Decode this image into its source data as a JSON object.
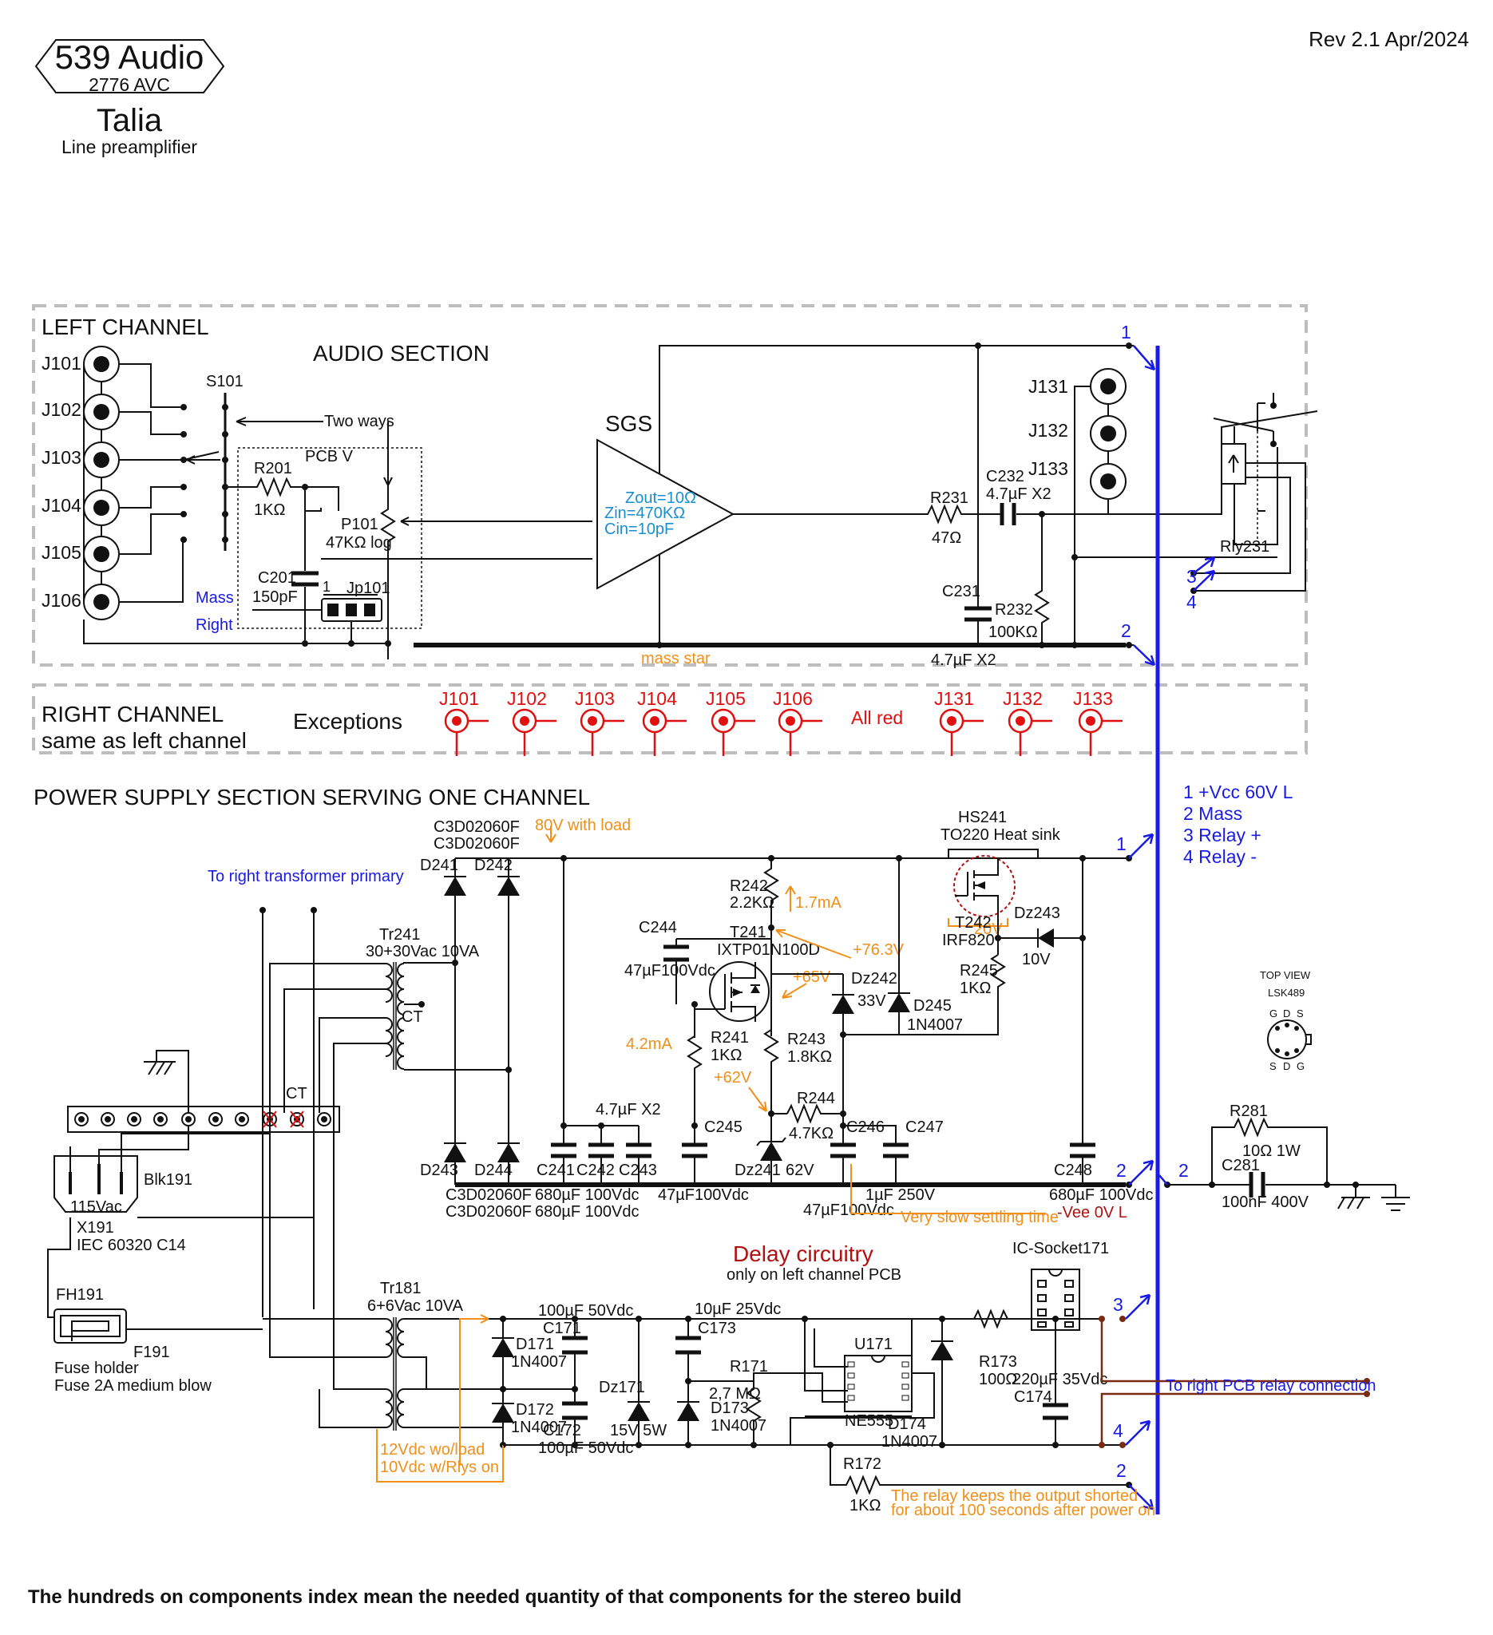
{
  "header": {
    "brand": "539 Audio",
    "code": "2776 AVC",
    "name": "Talia",
    "subtitle": "Line preamplifier",
    "rev": "Rev 2.1 Apr/2024"
  },
  "left_channel": {
    "title": "LEFT CHANNEL",
    "section": "AUDIO SECTION",
    "inputs": [
      "J101",
      "J102",
      "J103",
      "J104",
      "J105",
      "J106"
    ],
    "outputs": [
      "J131",
      "J132",
      "J133"
    ],
    "s101": "S101",
    "two_ways": "Two ways",
    "pcb_v": "PCB V",
    "r201": "R201",
    "r201_val": "1KΩ",
    "p101": "P101",
    "p101_val": "47KΩ log",
    "c201": "C201",
    "c201_val": "150pF",
    "jp101": "Jp101",
    "jp_pin": "1",
    "mass": "Mass",
    "right": "Right",
    "sgs": "SGS",
    "sgs_params": [
      "Zout=10Ω",
      "Zin=470KΩ",
      "Cin=10pF"
    ],
    "r231": "R231",
    "r231_val": "47Ω",
    "c232": "C232",
    "c232_val": "4.7µF X2",
    "c231": "C231",
    "c231_val": "4.7µF X2",
    "r232": "R232",
    "r232_val": "100KΩ",
    "rly": "Rly231",
    "mass_star": "mass star",
    "bus_labels": [
      "1",
      "2",
      "3",
      "4"
    ]
  },
  "right_channel": {
    "title": "RIGHT CHANNEL",
    "subtitle": "same as left channel",
    "exceptions": "Exceptions",
    "jacks": [
      "J101",
      "J102",
      "J103",
      "J104",
      "J105",
      "J106",
      "J131",
      "J132",
      "J133"
    ],
    "all_red": "All red"
  },
  "power": {
    "title": "POWER SUPPLY SECTION SERVING ONE CHANNEL",
    "legend": [
      "1  +Vcc 60V L",
      "2  Mass",
      "3  Relay +",
      "4  Relay -"
    ],
    "diode_top": [
      "C3D02060F",
      "C3D02060F"
    ],
    "diode_bot": [
      "C3D02060F",
      "C3D02060F"
    ],
    "d241": "D241",
    "d242": "D242",
    "d243": "D243",
    "d244": "D244",
    "v80": "80V with load",
    "to_right": "To right transformer primary",
    "tr241": "Tr241",
    "tr241_val": "30+30Vac 10VA",
    "ct": "CT",
    "c241": "C241",
    "c242": "C242",
    "c243": "C243",
    "c243_val": "4.7µF X2",
    "c241_val": "680µF 100Vdc",
    "c242_val": "680µF 100Vdc",
    "r242": "R242",
    "r242_val": "2.2KΩ",
    "i17": "1.7mA",
    "c244": "C244",
    "c244_val": "47µF100Vdc",
    "t241": "T241",
    "t241_val": "IXTP01N100D",
    "v763": "+76.3V",
    "v65": "+65V",
    "v62": "+62V",
    "i42": "4.2mA",
    "r241": "R241",
    "r241_val": "1KΩ",
    "r243": "R243",
    "r243_val": "1.8KΩ",
    "r244": "R244",
    "r244_val": "4.7KΩ",
    "c245": "C245",
    "c245_val": "47µF100Vdc",
    "dz241": "Dz241",
    "dz241_val": "62V",
    "c246": "C246",
    "c246_val": "47µF100Vdc",
    "c247": "C247",
    "c247_val": "1µF 250V",
    "dz242": "Dz242",
    "dz242_val": "33V",
    "d245": "D245",
    "d245_val": "1N4007",
    "hs241": "HS241",
    "hs241_val": "TO220 Heat sink",
    "v20": "20V",
    "t242": "T242",
    "t242_val": "IRF820",
    "dz243": "Dz243",
    "dz243_val": "10V",
    "r245": "R245",
    "r245_val": "1KΩ",
    "c248": "C248",
    "c248_val": "680µF 100Vdc",
    "vee": "-Vee 0V L",
    "slow": "Very slow settling time",
    "top_view": "TOP VIEW",
    "lsk": "LSK489",
    "pins_top": [
      "G",
      "D",
      "S"
    ],
    "pins_bot": [
      "S",
      "D",
      "G"
    ],
    "r281": "R281",
    "r281_val": "10Ω 1W",
    "c281": "C281",
    "c281_val": "100nF 400V",
    "blk": "Blk191",
    "v115": "115Vac",
    "x191": "X191",
    "iec": "IEC 60320 C14",
    "fh191": "FH191",
    "f191": "F191",
    "fuse1": "Fuse holder",
    "fuse2": "Fuse 2A medium blow"
  },
  "delay": {
    "title": "Delay circuitry",
    "subtitle": "only on left channel PCB",
    "socket": "IC-Socket171",
    "tr181": "Tr181",
    "tr181_val": "6+6Vac 10VA",
    "c171": "C171",
    "c171_val": "100µF 50Vdc",
    "c172": "C172",
    "c172_val": "100µF 50Vdc",
    "d171": "D171",
    "d171_val": "1N4007",
    "d172": "D172",
    "d172_val": "1N4007",
    "dz171": "Dz171",
    "dz171_val": "15V 5W",
    "c173": "C173",
    "c173_val": "10µF 25Vdc",
    "r171": "R171",
    "r171_val": "2,7 MΩ",
    "d173": "D173",
    "d173_val": "1N4007",
    "u171": "U171",
    "ne555": "NE555",
    "d174": "D174",
    "d174_val": "1N4007",
    "r173": "R173",
    "r173_val": "100Ω",
    "c174": "C174",
    "c174_val": "220µF 35Vdc",
    "r172": "R172",
    "r172_val": "1KΩ",
    "v12": "12Vdc wo/load",
    "v10": "10Vdc w/Rlys on",
    "to_relay": "To right PCB relay connection",
    "relay_note1": "The relay keeps the output shorted",
    "relay_note2": "for about 100 seconds after power on"
  },
  "footer": "The hundreds on components index mean the needed quantity of that components for the stereo build"
}
